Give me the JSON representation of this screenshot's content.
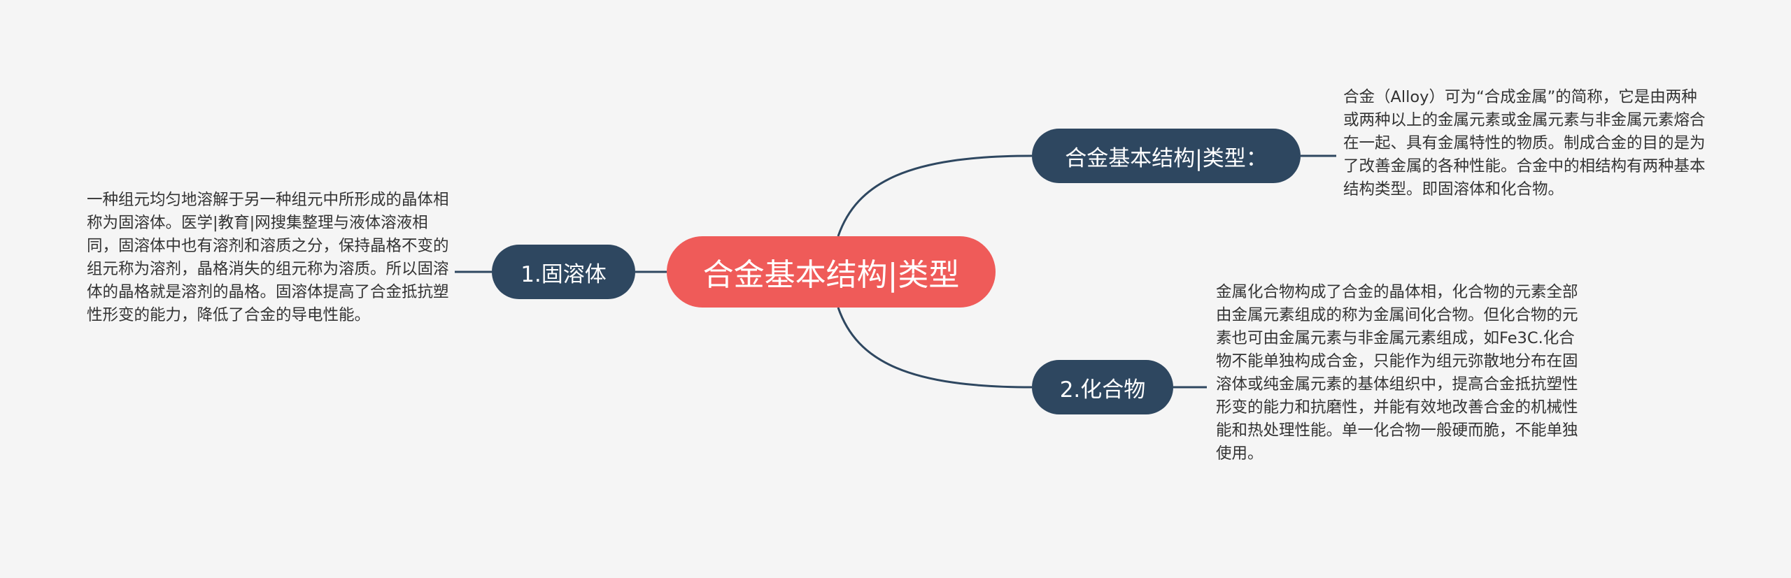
{
  "mindmap": {
    "root": {
      "label": "合金基本结构|类型",
      "color": "#ef5b59"
    },
    "branch_color": "#2e4760",
    "line_color": "#2e4760",
    "branches": [
      {
        "id": "solid-solution",
        "label": "1.固溶体",
        "side": "left",
        "note": "一种组元均匀地溶解于另一种组元中所形成的晶体相称为固溶体。医学|教育|网搜集整理与液体溶液相同，固溶体中也有溶剂和溶质之分，保持晶格不变的组元称为溶剂，晶格消失的组元称为溶质。所以固溶体的晶格就是溶剂的晶格。固溶体提高了合金抵抗塑性形变的能力，降低了合金的导电性能。"
      },
      {
        "id": "intro",
        "label": "合金基本结构|类型：",
        "side": "right",
        "note": "合金（Alloy）可为“合成金属”的简称，它是由两种或两种以上的金属元素或金属元素与非金属元素熔合在一起、具有金属特性的物质。制成合金的目的是为了改善金属的各种性能。合金中的相结构有两种基本结构类型。即固溶体和化合物。"
      },
      {
        "id": "compound",
        "label": "2.化合物",
        "side": "right",
        "note": "金属化合物构成了合金的晶体相，化合物的元素全部由金属元素组成的称为金属间化合物。但化合物的元素也可由金属元素与非金属元素组成，如Fe3C.化合物不能单独构成合金，只能作为组元弥散地分布在固溶体或纯金属元素的基体组织中，提高合金抵抗塑性形变的能力和抗磨性，并能有效地改善合金的机械性能和热处理性能。单一化合物一般硬而脆，不能单独使用。"
      }
    ]
  }
}
